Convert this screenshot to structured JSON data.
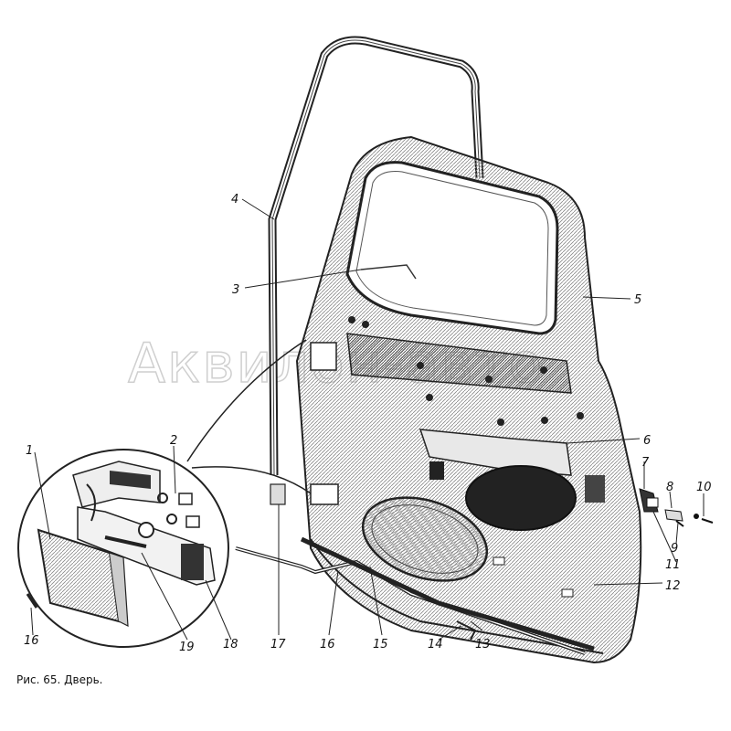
{
  "watermark": "Аквилон-авто",
  "caption": "Рис. 65. Дверь.",
  "parts": [
    {
      "id": "label-1",
      "text": "1"
    },
    {
      "id": "label-2",
      "text": "2"
    },
    {
      "id": "label-3",
      "text": "3"
    },
    {
      "id": "label-4",
      "text": "4"
    },
    {
      "id": "label-5",
      "text": "5"
    },
    {
      "id": "label-6",
      "text": "6"
    },
    {
      "id": "label-7",
      "text": "7"
    },
    {
      "id": "label-8",
      "text": "8"
    },
    {
      "id": "label-9",
      "text": "9"
    },
    {
      "id": "label-10",
      "text": "10"
    },
    {
      "id": "label-11",
      "text": "11"
    },
    {
      "id": "label-12",
      "text": "12"
    },
    {
      "id": "label-13",
      "text": "13"
    },
    {
      "id": "label-14",
      "text": "14"
    },
    {
      "id": "label-15",
      "text": "15"
    },
    {
      "id": "label-16",
      "text": "16"
    },
    {
      "id": "label-16b",
      "text": "16"
    },
    {
      "id": "label-17",
      "text": "17"
    },
    {
      "id": "label-18",
      "text": "18"
    },
    {
      "id": "label-19",
      "text": "19"
    }
  ]
}
